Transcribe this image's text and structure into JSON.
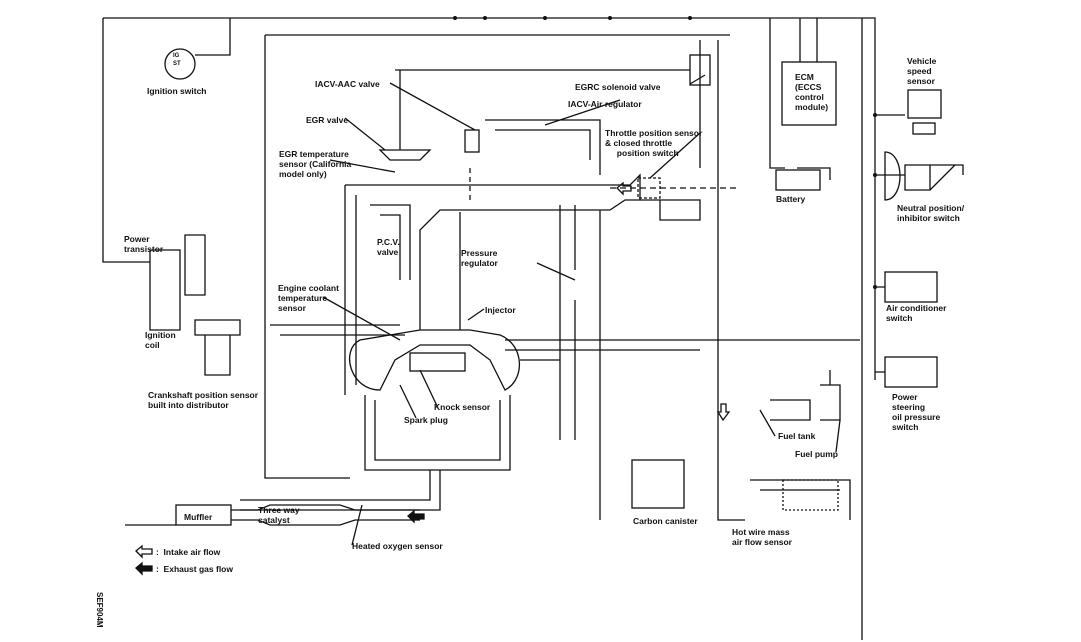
{
  "labels": {
    "ignition_switch": "Ignition switch",
    "ignition_switch_terminals": "IG\nST",
    "iacv_aac": "IACV-AAC valve",
    "egrc_solenoid": "EGRC solenoid valve",
    "iacv_air": "IACV-Air regulator",
    "egr_valve": "EGR valve",
    "throttle_sensor": "Throttle position sensor\n& closed throttle\n     position switch",
    "egr_temp": "EGR temperature\nsensor (California\nmodel only)",
    "ecm": "ECM\n(ECCS\ncontrol\nmodule)",
    "vehicle_speed": "Vehicle\nspeed\nsensor",
    "battery": "Battery",
    "neutral_switch": "Neutral position/\ninhibitor switch",
    "power_transistor": "Power\ntransistor",
    "pcv_valve": "P.C.V.\nvalve",
    "pressure_regulator": "Pressure\nregulator",
    "coolant_sensor": "Engine coolant\ntemperature\nsensor",
    "injector": "Injector",
    "ac_switch": "Air conditioner\nswitch",
    "ignition_coil": "Ignition\ncoil",
    "power_steering": "Power\nsteering\noil pressure\nswitch",
    "crankshaft_sensor": "Crankshaft position sensor\nbuilt into distributor",
    "knock_sensor": "Knock sensor",
    "spark_plug": "Spark plug",
    "fuel_tank": "Fuel tank",
    "fuel_pump": "Fuel pump",
    "catalyst": "Three way\ncatalyst",
    "muffler": "Muffler",
    "carbon_canister": "Carbon canister",
    "maf_sensor": "Hot wire mass\nair flow sensor",
    "oxygen_sensor": "Heated oxygen sensor"
  },
  "legend": {
    "intake": ":  Intake air flow",
    "exhaust": ":  Exhaust gas flow"
  },
  "figure_code": "SEF904M"
}
